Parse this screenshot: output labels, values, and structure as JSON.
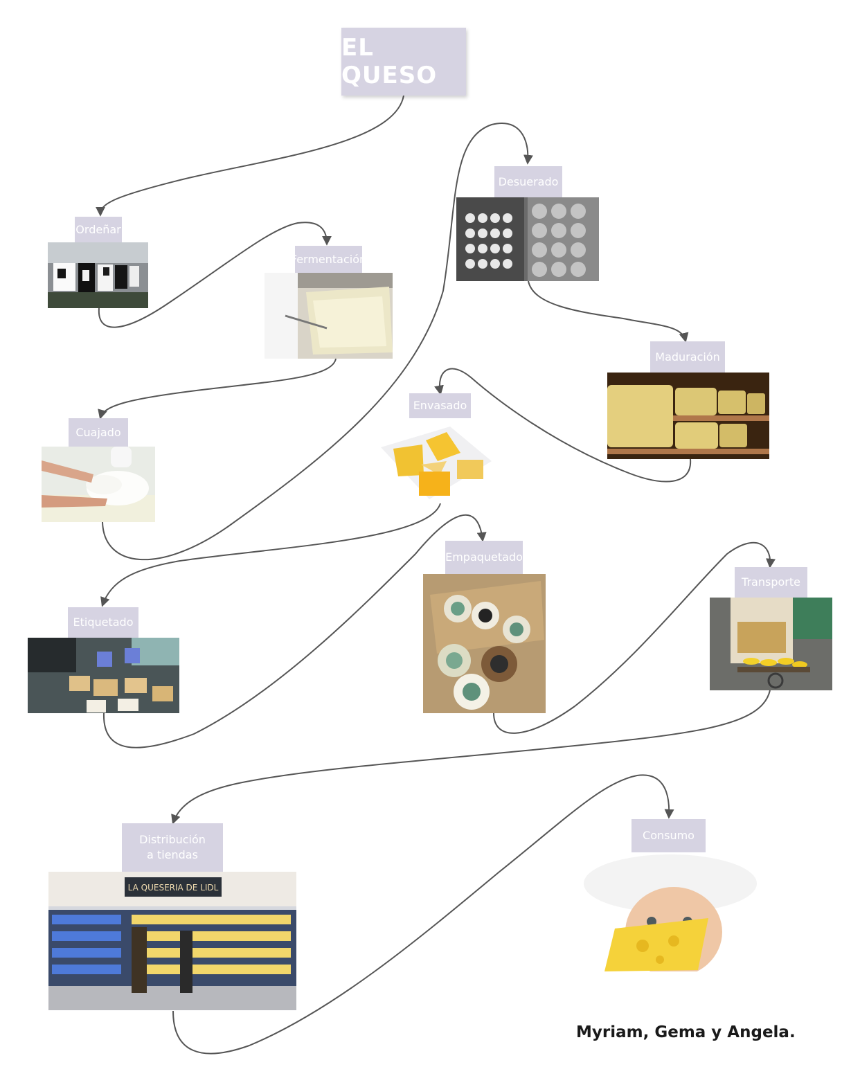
{
  "title": "EL QUESO",
  "steps": {
    "ordenar": "Ordeñar",
    "fermentacion": "Fermentación",
    "desuerado": "Desuerado",
    "maduracion": "Maduración",
    "cuajado": "Cuajado",
    "envasado": "Envasado",
    "etiquetado": "Etiquetado",
    "empaquetado": "Empaquetado",
    "transporte": "Transporte",
    "distribucion": "Distribución a tiendas",
    "consumo": "Consumo"
  },
  "photo_text": {
    "store_sign": "LA QUESERIA DE LIDL"
  },
  "authors": "Myriam, Gema y Angela.",
  "colors": {
    "label_bg": "#d6d3e2",
    "label_text": "#ffffff",
    "connector": "#555555"
  }
}
